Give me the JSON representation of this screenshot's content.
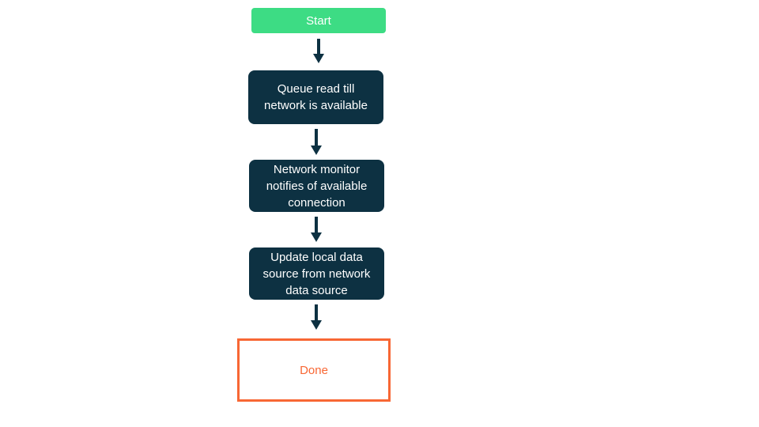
{
  "flowchart": {
    "type": "vertical-flowchart",
    "background_color": "#ffffff",
    "nodes": [
      {
        "id": "start",
        "type": "start",
        "label": "Start"
      },
      {
        "id": "queue",
        "type": "process",
        "label": "Queue read till\nnetwork is available"
      },
      {
        "id": "monitor",
        "type": "process",
        "label": "Network monitor\nnotifies of available\nconnection"
      },
      {
        "id": "update",
        "type": "process",
        "label": "Update local data\nsource from network\ndata source"
      },
      {
        "id": "done",
        "type": "end",
        "label": "Done"
      }
    ],
    "edges": [
      {
        "from": "start",
        "to": "queue"
      },
      {
        "from": "queue",
        "to": "monitor"
      },
      {
        "from": "monitor",
        "to": "update"
      },
      {
        "from": "update",
        "to": "done"
      }
    ],
    "colors": {
      "start_fill": "#3ddc84",
      "process_fill": "#0d3142",
      "arrow": "#0d3142",
      "end_border": "#f86734",
      "end_text": "#f86734",
      "node_text": "#ffffff"
    }
  }
}
